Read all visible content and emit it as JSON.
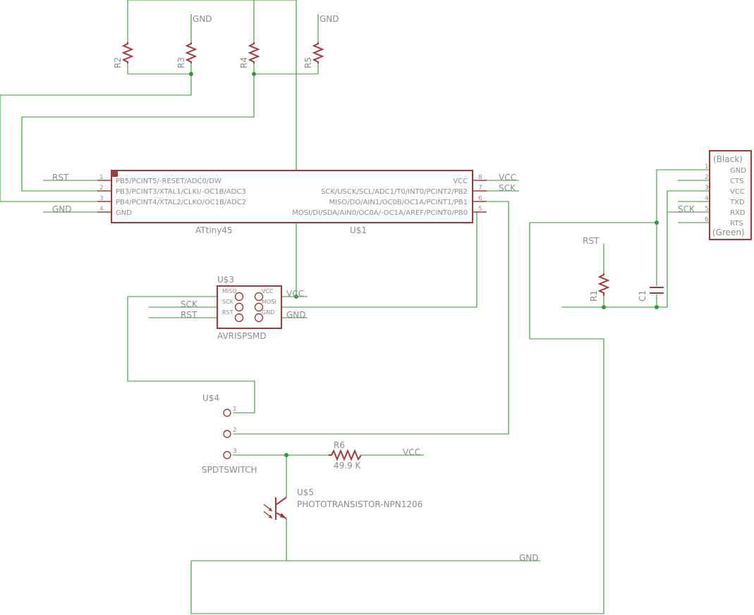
{
  "nets": {
    "gnd": "GND",
    "vcc": "VCC",
    "rst": "RST",
    "sck": "SCK"
  },
  "resistors": {
    "r1": "R1",
    "r2": "R2",
    "r3": "R3",
    "r4": "R4",
    "r5": "R5",
    "r6": "R6",
    "r6_value": "49.9 K"
  },
  "capacitor": {
    "c1": "C1"
  },
  "attiny": {
    "name": "ATtiny45",
    "ref": "U$1",
    "left_pins": [
      {
        "num": "1",
        "label": "PB5/PCINT5/-RESET/ADC0/DW"
      },
      {
        "num": "2",
        "label": "PB3/PCINT3/XTAL1/CLKI/-OC1B/ADC3"
      },
      {
        "num": "3",
        "label": "PB4/PCINT4/XTAL2/CLKO/OC1B/ADC2"
      },
      {
        "num": "4",
        "label": "GND"
      }
    ],
    "right_pins": [
      {
        "num": "8",
        "label": "VCC"
      },
      {
        "num": "7",
        "label": "SCK/USCK/SCL/ADC1/T0/INT0/PCINT2/PB2"
      },
      {
        "num": "6",
        "label": "MISO/DO/AIN1/OC0B/OC1A/PCINT1/PB1"
      },
      {
        "num": "5",
        "label": "MOSI/DI/SDA/AIN0/OC0A/-OC1A/AREF/PCINT0/PB0"
      }
    ]
  },
  "isp": {
    "ref": "U$3",
    "name": "AVRISPSMD",
    "pins": [
      "MISO",
      "VCC",
      "SCK",
      "MOSI",
      "RST",
      "GND"
    ]
  },
  "switch": {
    "ref": "U$4",
    "name": "SPDTSWITCH",
    "pins": [
      "1",
      "2",
      "3"
    ]
  },
  "phototransistor": {
    "ref": "U$5",
    "name": "PHOTOTRANSISTOR-NPN1206"
  },
  "ftdi": {
    "top": "(Black)",
    "bottom": "(Green)",
    "pins": [
      {
        "num": "1",
        "label": "GND"
      },
      {
        "num": "2",
        "label": "CTS"
      },
      {
        "num": "3",
        "label": "VCC"
      },
      {
        "num": "4",
        "label": "TXD"
      },
      {
        "num": "5",
        "label": "RXD"
      },
      {
        "num": "6",
        "label": "RTS"
      }
    ]
  }
}
